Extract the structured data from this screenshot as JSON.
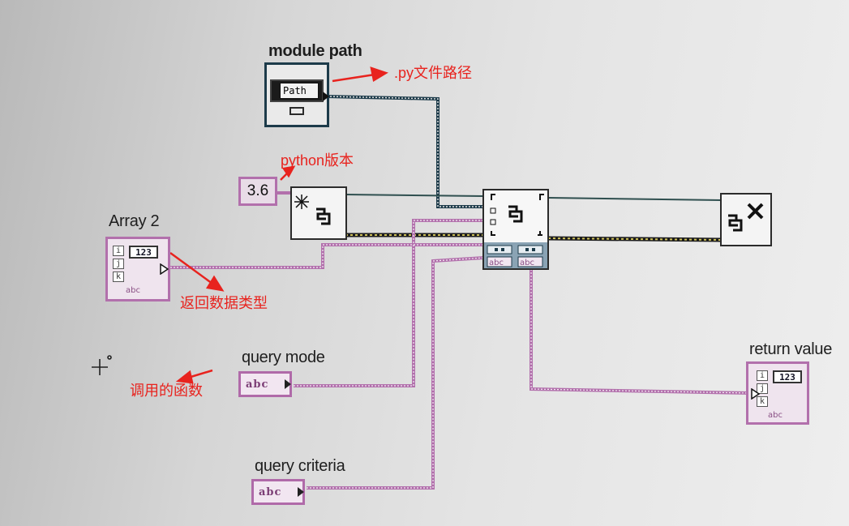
{
  "labels": {
    "module_path": "module path",
    "array2": "Array 2",
    "query_mode": "query mode",
    "query_criteria": "query criteria",
    "return_value": "return value"
  },
  "annotations": {
    "py_path": ".py文件路径",
    "python_version": "python版本",
    "return_type": "返回数据类型",
    "called_function": "调用的函数"
  },
  "controls": {
    "path_text": "Path",
    "version_value": "3.6",
    "abc_text": "abc",
    "numeric_text": "123",
    "index_i": "i",
    "index_j": "j",
    "index_k": "k"
  },
  "colors": {
    "annotation": "#e8231e",
    "string_wire": "#b270ac",
    "path_wire": "#1d3b4a",
    "refnum_wire": "#2f4f4f"
  },
  "icons": {
    "open_session": "python-open-session-icon",
    "call_function": "python-node-call-icon",
    "close_session": "python-close-session-icon"
  }
}
